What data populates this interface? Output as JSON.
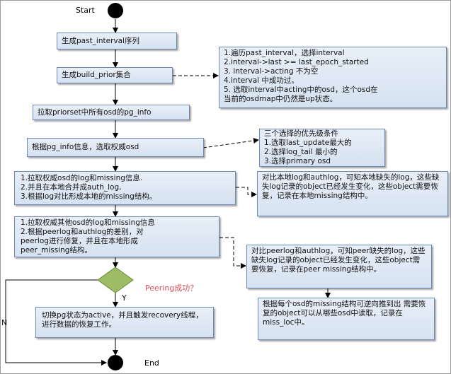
{
  "terminals": {
    "start": "Start",
    "end": "End"
  },
  "steps": {
    "s1": "生成past_interval序列",
    "s2": "生成build_prior集合",
    "s3": "拉取priorset中所有osd的pg_info",
    "s4": "根据pg_info信息，选取权威osd",
    "s5": [
      "1.拉取权威osd的log和missing信息.",
      "2.并且在本地合并成auth_log,",
      "3.根据log对比形成本地的missing结构。"
    ],
    "s6": [
      "1.拉取权威其他osd的log和missing信息",
      "2.根据peerlog和authlog的差别，对",
      "peerlog进行修复，并且在本地形成",
      "peer_missing结构。"
    ],
    "s7": "切换pg状态为active，并且触发recovery线程，进行数据的恢复工作。"
  },
  "notes": {
    "n1": [
      "1.遍历past_interval，选择interval",
      "2.interval->last >= last_epoch_started",
      "3. interval->acting 不为空",
      "4.interval 中成功过。",
      "5. 选取interval中acting中的osd，这个osd在",
      "当前的osdmap中仍然是up状态。"
    ],
    "n2": [
      "三个选择的优先级条件",
      "1.选取last_update最大的",
      "2.选择log_tail 最小的",
      "3.选择primary osd"
    ],
    "n3": "对比本地log和authlog，可知本地缺失的log，这些缺失log记录的object已经发生变化，这些object需要恢复，记录在本地missing结构中。",
    "n4": "对比peerlog和authlog，可知peer缺失的log，这些缺失log记录的object已经发生变化，这些object需要恢复，记录在peer missing结构中。",
    "n5": "根据每个osd的missing结构可逆向推到出 需要恢复的object可以从哪些osd中读取，记录在miss_loc中。"
  },
  "decision": {
    "question": "Peering成功？",
    "yes": "Y",
    "no": "N"
  }
}
